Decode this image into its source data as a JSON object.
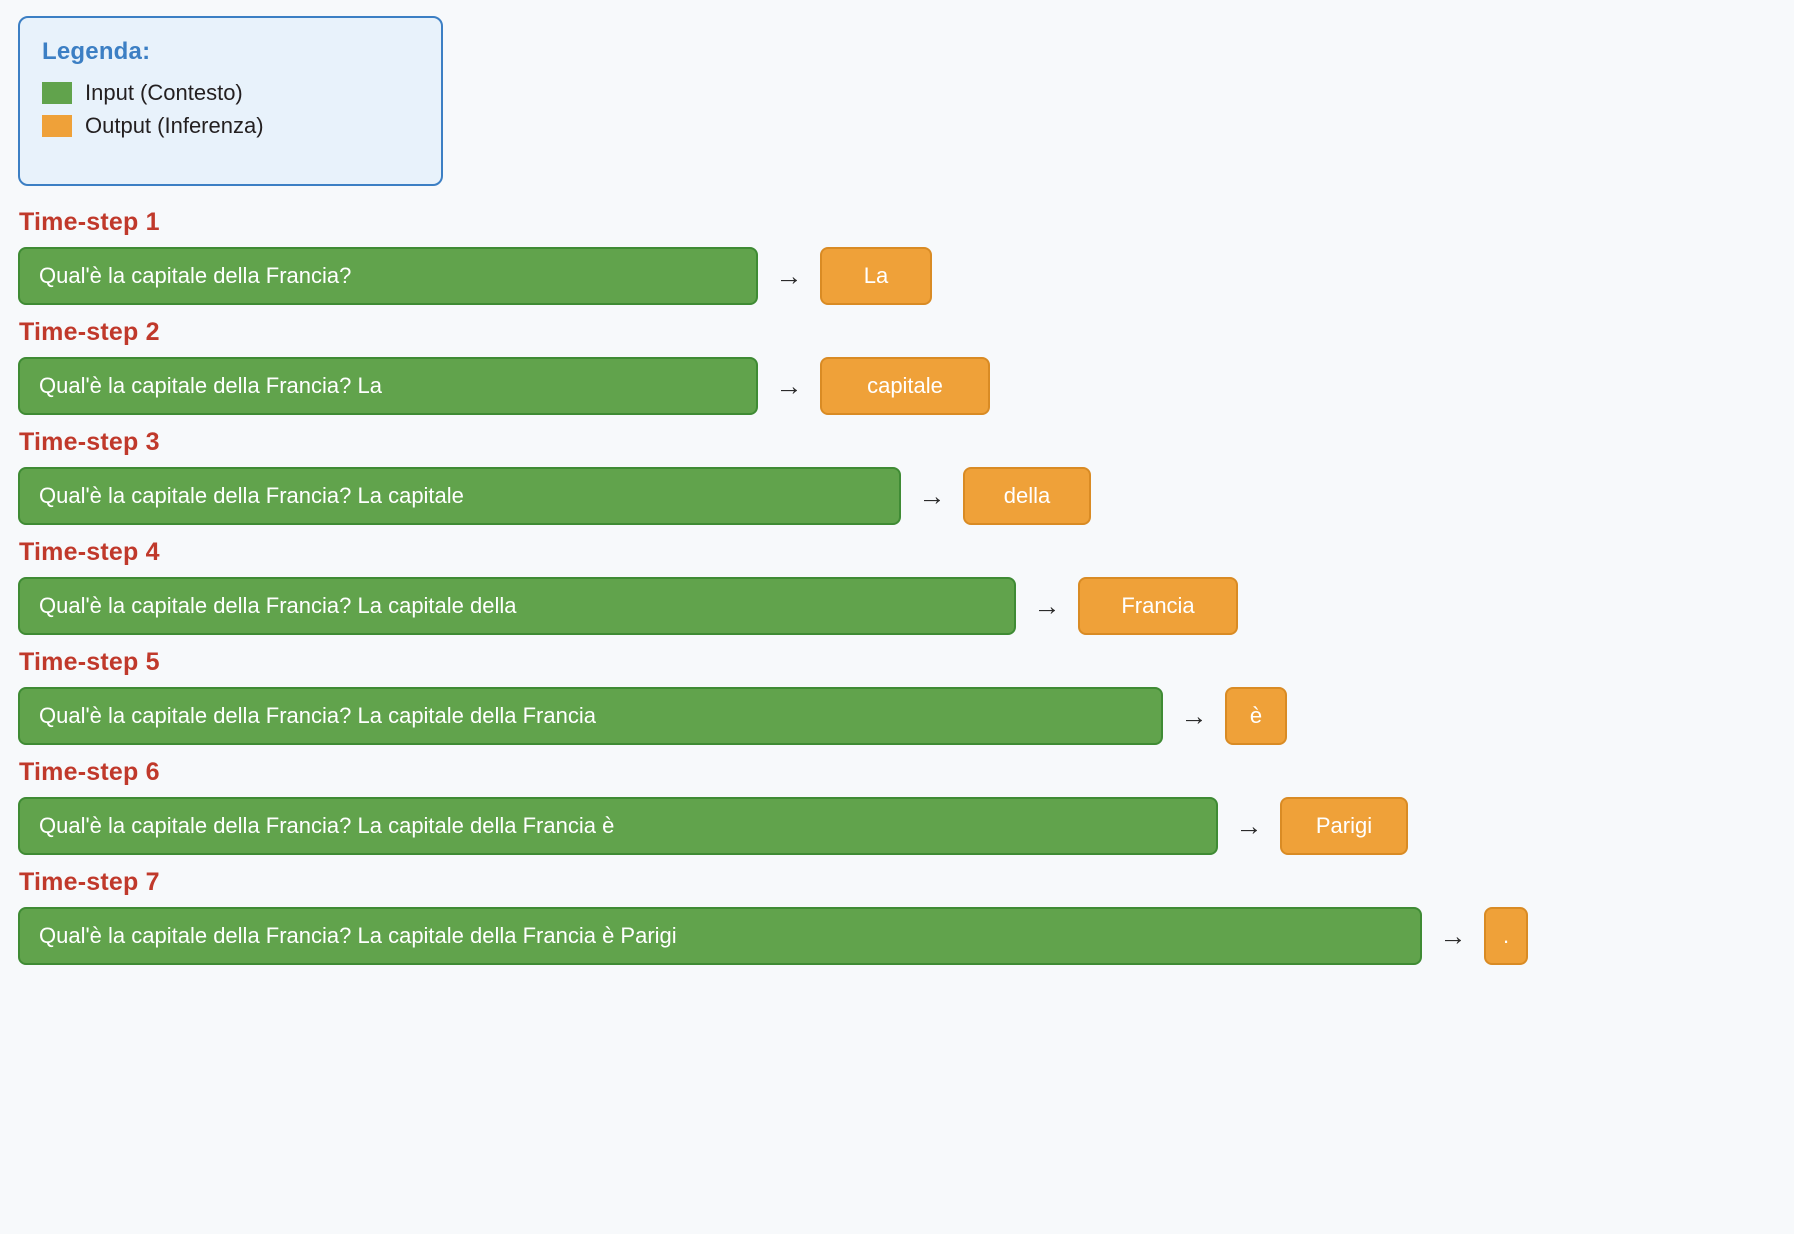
{
  "legend": {
    "title": "Legenda:",
    "items": [
      {
        "label": "Input (Contesto)",
        "color": "#61a34c",
        "swatch_name": "green-swatch"
      },
      {
        "label": "Output (Inferenza)",
        "color": "#efa139",
        "swatch_name": "orange-swatch"
      }
    ]
  },
  "colors": {
    "input_green": "#61a34c",
    "input_green_border": "#3f8b34",
    "output_orange": "#efa139",
    "output_orange_border": "#d98b24",
    "step_title_red": "#c0392b",
    "legend_blue": "#3c7fc4",
    "legend_bg": "#e8f2fb",
    "page_bg": "#f7f9fb",
    "arrow_gray": "#2b2b2b"
  },
  "arrow_glyph": "→",
  "steps": [
    {
      "title": "Time-step 1",
      "context": "Qual'è la capitale della Francia?",
      "output": "La",
      "context_width": 740,
      "output_width": 112
    },
    {
      "title": "Time-step 2",
      "context": "Qual'è la capitale della Francia? La",
      "output": "capitale",
      "context_width": 740,
      "output_width": 170
    },
    {
      "title": "Time-step 3",
      "context": "Qual'è la capitale della Francia? La capitale",
      "output": "della",
      "context_width": 883,
      "output_width": 128
    },
    {
      "title": "Time-step 4",
      "context": "Qual'è la capitale della Francia? La capitale della",
      "output": "Francia",
      "context_width": 998,
      "output_width": 160
    },
    {
      "title": "Time-step 5",
      "context": "Qual'è la capitale della Francia? La capitale della Francia",
      "output": "è",
      "context_width": 1145,
      "output_width": 62
    },
    {
      "title": "Time-step 6",
      "context": "Qual'è la capitale della Francia? La capitale della Francia è",
      "output": "Parigi",
      "context_width": 1200,
      "output_width": 128
    },
    {
      "title": "Time-step 7",
      "context": "Qual'è la capitale della Francia? La capitale della Francia è Parigi",
      "output": ".",
      "context_width": 1404,
      "output_width": 44
    }
  ]
}
